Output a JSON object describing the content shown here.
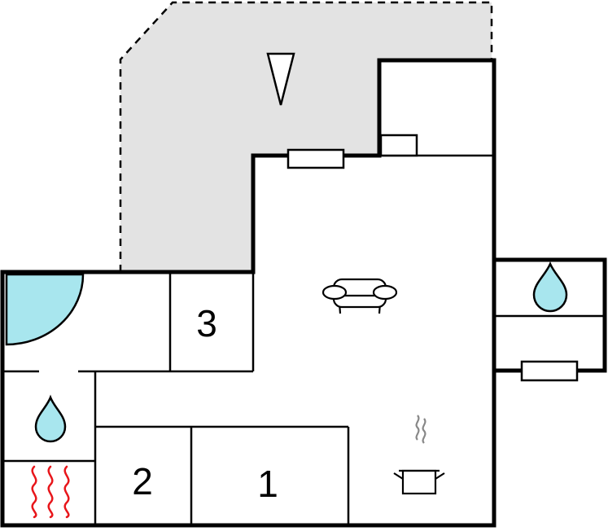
{
  "rooms": [
    {
      "number": "3",
      "kind": "bedroom"
    },
    {
      "number": "2",
      "kind": "bedroom"
    },
    {
      "number": "1",
      "kind": "bedroom"
    }
  ],
  "icons": {
    "north_arrow": "north-arrow-icon",
    "sofa": "sofa-icon",
    "cooking_pot": "cooking-pot-icon",
    "water_drop": "water-drop-icon",
    "sauna_heat": "sauna-heat-icon",
    "shower": "shower-quarter-circle-icon",
    "window": "window-icon"
  },
  "colors": {
    "terrace": "#e3e3e3",
    "water": "#a8e6ee",
    "heat": "#e8161b",
    "wall": "#000000"
  }
}
